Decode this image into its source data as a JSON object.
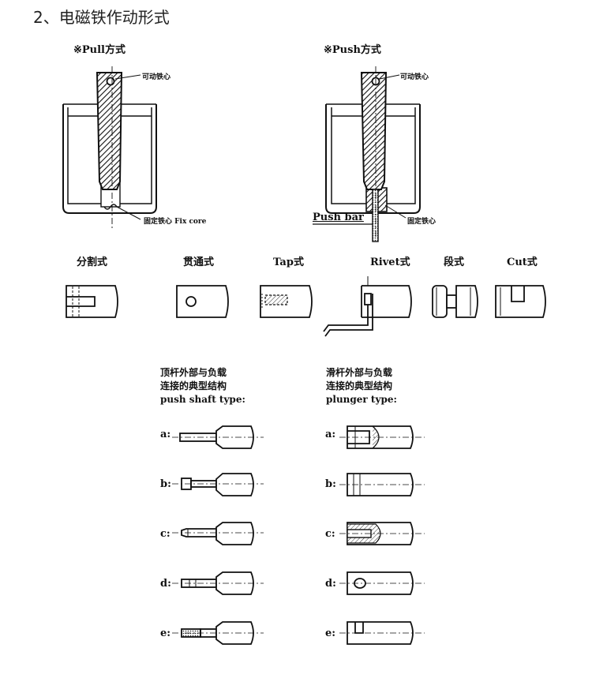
{
  "title": "2、电磁铁作动形式",
  "pull": {
    "heading": "※Pull方式",
    "movable_label": "可动铁心",
    "fixed_label": "固定铁心 Fix core"
  },
  "push": {
    "heading": "※Push方式",
    "movable_label": "可动铁心",
    "push_bar_label": "Push bar",
    "fixed_label": "固定铁心"
  },
  "end_types": [
    {
      "label": "分割式",
      "icon": "split-end"
    },
    {
      "label": "贯通式",
      "icon": "through-hole-end"
    },
    {
      "label": "Tap式",
      "icon": "tapped-end"
    },
    {
      "label": "Rivet式",
      "icon": "rivet-end"
    },
    {
      "label": "段式",
      "icon": "stepped-end"
    },
    {
      "label": "Cut式",
      "icon": "cut-end"
    }
  ],
  "push_shaft": {
    "heading_line1": "顶杆外部与负载",
    "heading_line2": "连接的典型结构",
    "heading_line3": "push shaft type:",
    "rows": [
      "a:",
      "b:",
      "c:",
      "d:",
      "e:"
    ]
  },
  "plunger": {
    "heading_line1": "滑杆外部与负载",
    "heading_line2": "连接的典型结构",
    "heading_line3": "plunger type:",
    "rows": [
      "a:",
      "b:",
      "c:",
      "d:",
      "e:"
    ]
  }
}
